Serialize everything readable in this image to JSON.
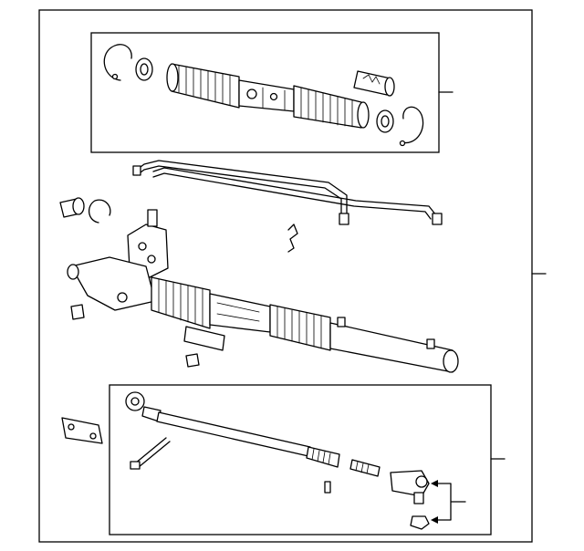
{
  "diagram": {
    "colors": {
      "line": "#000000",
      "background": "#ffffff",
      "shade": "#d9d9d9"
    },
    "groups": [
      "boot-kit",
      "main-assembly",
      "tie-rod-kit"
    ]
  }
}
